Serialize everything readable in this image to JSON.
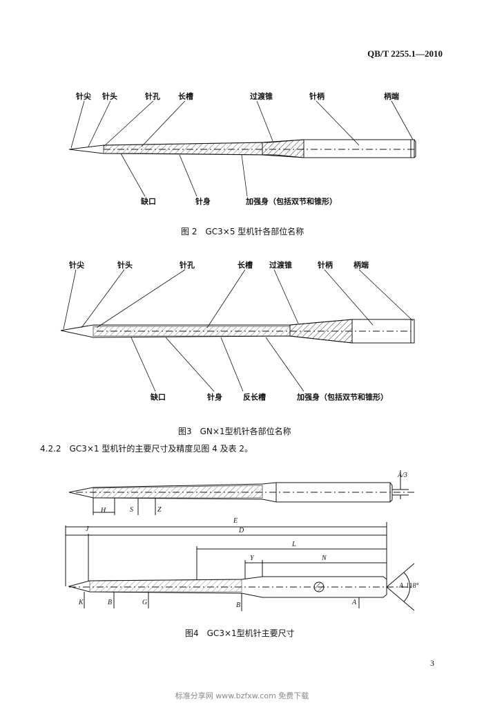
{
  "header": {
    "standard_code": "QB/T 2255.1—2010"
  },
  "figure2": {
    "labels_top": [
      "针尖",
      "针头",
      "针孔",
      "长槽",
      "过渡锥",
      "针柄",
      "柄端"
    ],
    "labels_bottom": [
      "缺口",
      "针身",
      "加强身（包括双节和锥形）"
    ],
    "caption": "图 2　GC3×5 型机针各部位名称"
  },
  "figure3": {
    "labels_top": [
      "针尖",
      "针头",
      "针孔",
      "长槽",
      "过渡锥",
      "针柄",
      "柄端"
    ],
    "labels_bottom": [
      "缺口",
      "针身",
      "反长槽",
      "加强身（包括双节和锥形）"
    ],
    "caption": "图3　GN×1型机针各部位名称"
  },
  "clause": {
    "text": "4.2.2　GC3×1 型机针的主要尺寸及精度见图 4 及表 2。"
  },
  "figure4": {
    "dims_top": [
      "H",
      "S",
      "Z",
      "A/3"
    ],
    "dims_mid": [
      "E",
      "J",
      "D",
      "L",
      "Y",
      "N"
    ],
    "dims_bottom": [
      "K",
      "B",
      "G",
      "B",
      "A"
    ],
    "angle": "118°",
    "diameter": "A",
    "caption": "图4　GC3×1型机针主要尺寸"
  },
  "page": {
    "number": "3"
  },
  "footer": {
    "text": "标准分享网 www.bzfxw.com 免费下载"
  }
}
